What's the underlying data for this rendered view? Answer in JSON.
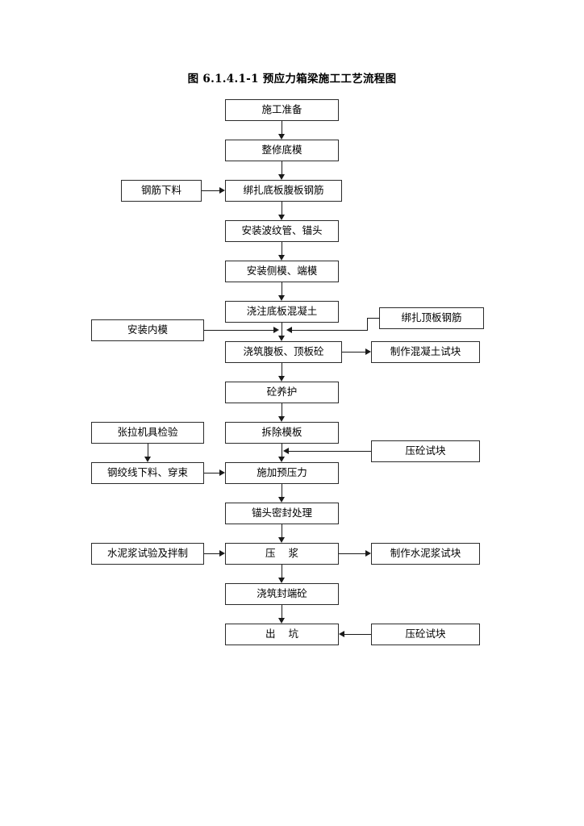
{
  "document": {
    "title": "图 6.1.4.1-1 预应力箱梁施工工艺流程图"
  },
  "diagram": {
    "type": "flowchart",
    "orientation": "top-to-bottom",
    "main_nodes": [
      {
        "id": "n1",
        "label": "施工准备"
      },
      {
        "id": "n2",
        "label": "整修底模"
      },
      {
        "id": "n3",
        "label": "绑扎底板腹板钢筋"
      },
      {
        "id": "n4",
        "label": "安装波纹管、锚头"
      },
      {
        "id": "n5",
        "label": "安装侧模、端模"
      },
      {
        "id": "n6",
        "label": "浇注底板混凝土"
      },
      {
        "id": "n7",
        "label": "浇筑腹板、顶板砼"
      },
      {
        "id": "n8",
        "label": "砼养护"
      },
      {
        "id": "n9",
        "label": "拆除模板"
      },
      {
        "id": "n10",
        "label": "施加预压力"
      },
      {
        "id": "n11",
        "label": "锚头密封处理"
      },
      {
        "id": "n12",
        "label": "压    浆"
      },
      {
        "id": "n13",
        "label": "浇筑封端砼"
      },
      {
        "id": "n14",
        "label": "出    坑"
      }
    ],
    "left_nodes": [
      {
        "id": "l1",
        "label": "钢筋下料"
      },
      {
        "id": "l2",
        "label": "安装内模"
      },
      {
        "id": "l3",
        "label": "张拉机具检验"
      },
      {
        "id": "l4",
        "label": "钢绞线下料、穿束"
      },
      {
        "id": "l5",
        "label": "水泥浆试验及拌制"
      }
    ],
    "right_nodes": [
      {
        "id": "r1",
        "label": "绑扎顶板钢筋"
      },
      {
        "id": "r2",
        "label": "制作混凝土试块"
      },
      {
        "id": "r3",
        "label": "压砼试块"
      },
      {
        "id": "r4",
        "label": "制作水泥浆试块"
      },
      {
        "id": "r5",
        "label": "压砼试块"
      }
    ],
    "edges": [
      {
        "from": "n1",
        "to": "n2",
        "direction": "down"
      },
      {
        "from": "n2",
        "to": "n3",
        "direction": "down"
      },
      {
        "from": "l1",
        "to": "n3",
        "direction": "right"
      },
      {
        "from": "n3",
        "to": "n4",
        "direction": "down"
      },
      {
        "from": "n4",
        "to": "n5",
        "direction": "down"
      },
      {
        "from": "n5",
        "to": "n6",
        "direction": "down"
      },
      {
        "from": "n6",
        "to": "n7",
        "direction": "down"
      },
      {
        "from": "l2",
        "to": "n7",
        "direction": "right"
      },
      {
        "from": "r1",
        "to": "n7",
        "direction": "left"
      },
      {
        "from": "n7",
        "to": "r2",
        "direction": "right"
      },
      {
        "from": "n7",
        "to": "n8",
        "direction": "down"
      },
      {
        "from": "n8",
        "to": "n9",
        "direction": "down"
      },
      {
        "from": "n9",
        "to": "n10",
        "direction": "down"
      },
      {
        "from": "r3",
        "to": "n10",
        "direction": "left"
      },
      {
        "from": "l3",
        "to": "l4",
        "direction": "down"
      },
      {
        "from": "l4",
        "to": "n10",
        "direction": "right"
      },
      {
        "from": "n10",
        "to": "n11",
        "direction": "down"
      },
      {
        "from": "n11",
        "to": "n12",
        "direction": "down"
      },
      {
        "from": "l5",
        "to": "n12",
        "direction": "right"
      },
      {
        "from": "n12",
        "to": "r4",
        "direction": "right"
      },
      {
        "from": "n12",
        "to": "n13",
        "direction": "down"
      },
      {
        "from": "n13",
        "to": "n14",
        "direction": "down"
      },
      {
        "from": "r5",
        "to": "n14",
        "direction": "left"
      }
    ],
    "colors": {
      "box_border": "#2b2b2b",
      "connector": "#1a1a1a",
      "background": "#ffffff",
      "text": "#000000"
    }
  }
}
